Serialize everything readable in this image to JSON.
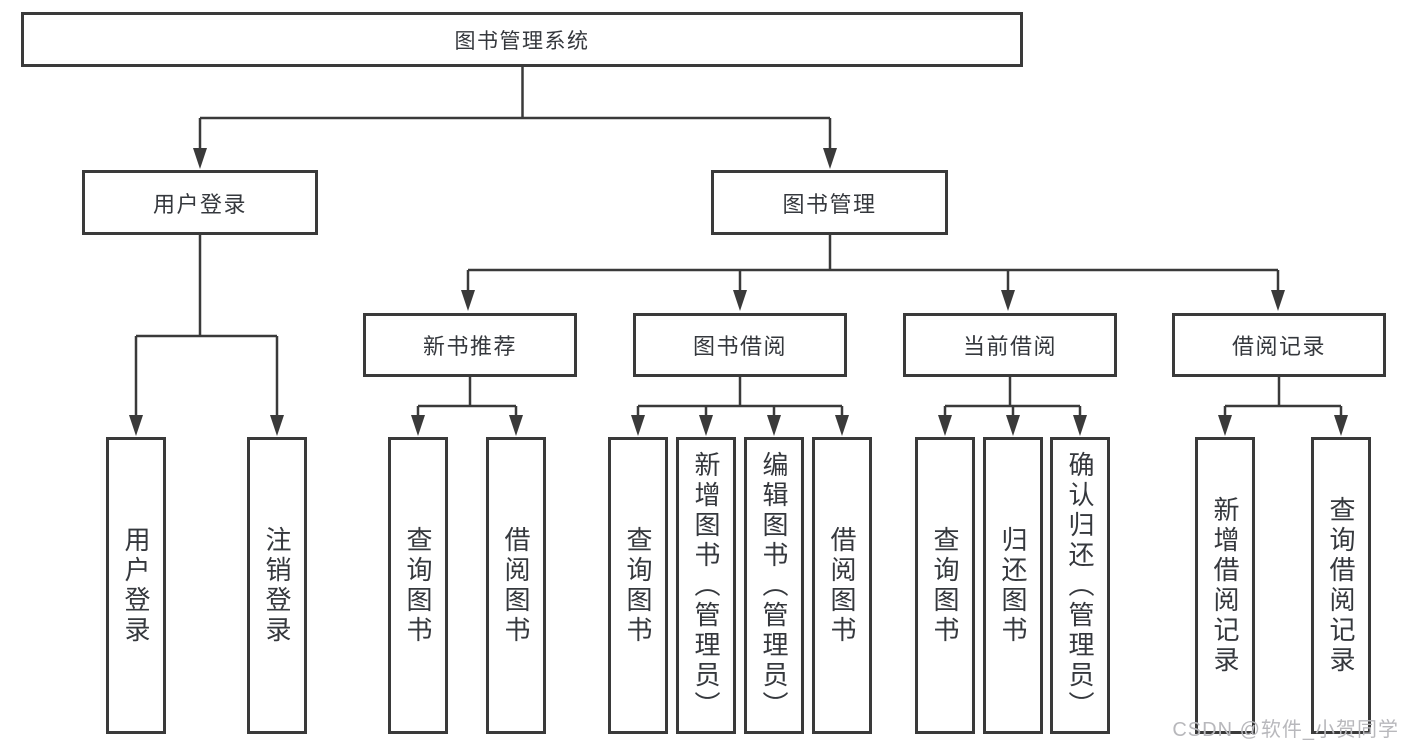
{
  "diagram": {
    "root": {
      "label": "图书管理系统"
    },
    "level1": [
      {
        "label": "用户登录",
        "children": [
          {
            "label": "用户登录"
          },
          {
            "label": "注销登录"
          }
        ]
      },
      {
        "label": "图书管理",
        "children": [
          {
            "label": "新书推荐",
            "children": [
              {
                "label": "查询图书"
              },
              {
                "label": "借阅图书"
              }
            ]
          },
          {
            "label": "图书借阅",
            "children": [
              {
                "label": "查询图书"
              },
              {
                "label": "新增图书（管理员）"
              },
              {
                "label": "编辑图书（管理员）"
              },
              {
                "label": "借阅图书"
              }
            ]
          },
          {
            "label": "当前借阅",
            "children": [
              {
                "label": "查询图书"
              },
              {
                "label": "归还图书"
              },
              {
                "label": "确认归还（管理员）"
              }
            ]
          },
          {
            "label": "借阅记录",
            "children": [
              {
                "label": "新增借阅记录"
              },
              {
                "label": "查询借阅记录"
              }
            ]
          }
        ]
      }
    ]
  },
  "watermark": {
    "text": "CSDN @软件_小贺同学"
  },
  "colors": {
    "line": "#3a3a3a",
    "text": "#35383d",
    "background": "#ffffff",
    "watermark": "#b8b8bc"
  }
}
